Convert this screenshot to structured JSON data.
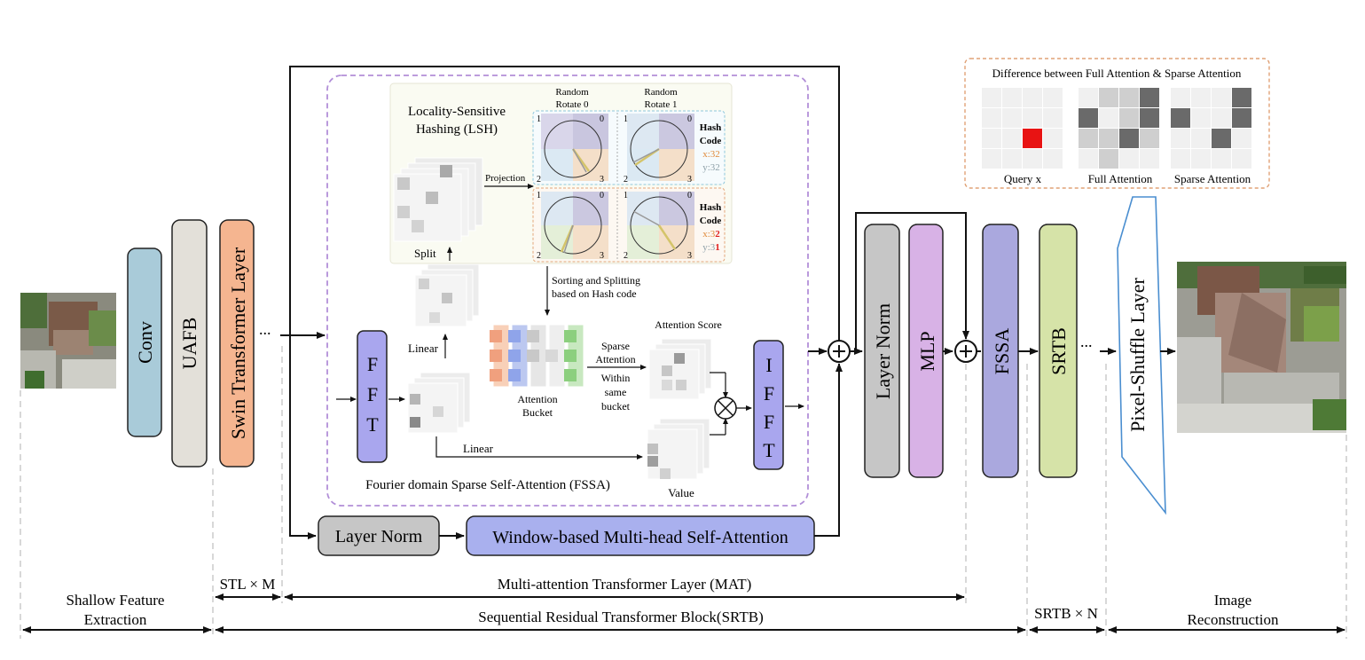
{
  "blocks": {
    "conv": "Conv",
    "uafb": "UAFB",
    "stl": "Swin Transformer Layer",
    "fft": [
      "F",
      "F",
      "T"
    ],
    "ifft": [
      "I",
      "F",
      "F",
      "T"
    ],
    "layer_norm_bottom": "Layer Norm",
    "wmsa": "Window-based Multi-head Self-Attention",
    "layer_norm": "Layer Norm",
    "mlp": "MLP",
    "fssa": "FSSA",
    "srtb": "SRTB",
    "pixel_shuffle": "Pixel-Shuffle Layer"
  },
  "fssa_detail": {
    "lsh_title_line1": "Locality-Sensitive",
    "lsh_title_line2": "Hashing (LSH)",
    "random_rotate0_line1": "Random",
    "random_rotate0_line2": "Rotate 0",
    "random_rotate1_line1": "Random",
    "random_rotate1_line2": "Rotate 1",
    "projection": "Projection",
    "split": "Split",
    "hash_code_line1": "Hash",
    "hash_code_line2": "Code",
    "hash_top_x": "x:32",
    "hash_top_y": "y:32",
    "hash_bot_x_a": "x:3",
    "hash_bot_x_b": "2",
    "hash_bot_y_a": "y:3",
    "hash_bot_y_b": "1",
    "quadrants": [
      "0",
      "1",
      "2",
      "3"
    ],
    "sorting_line1": "Sorting and Splitting",
    "sorting_line2": "based on Hash code",
    "linear_up": "Linear",
    "linear_bottom": "Linear",
    "attention_bucket_line1": "Attention",
    "attention_bucket_line2": "Bucket",
    "sparse_line1": "Sparse",
    "sparse_line2": "Attention",
    "sparse_line3": "Within",
    "sparse_line4": "same",
    "sparse_line5": "bucket",
    "attention_score": "Attention Score",
    "value": "Value",
    "caption": "Fourier domain Sparse Self-Attention (FSSA)"
  },
  "inset": {
    "title": "Difference between Full Attention & Sparse Attention",
    "query": "Query x",
    "full": "Full Attention",
    "sparse": "Sparse Attention"
  },
  "ellipsis": "...",
  "bottom": {
    "shallow_line1": "Shallow Feature",
    "shallow_line2": "Extraction",
    "stl_m": "STL × M",
    "mat": "Multi-attention Transformer Layer (MAT)",
    "srtb_long": "Sequential Residual Transformer Block(SRTB)",
    "srtb_n": "SRTB × N",
    "recon_line1": "Image",
    "recon_line2": "Reconstruction"
  },
  "colors": {
    "conv": "#a9cbd9",
    "uafb": "#e3e0d9",
    "stl": "#f5b590",
    "fft": "#a9a6ee",
    "wmsa": "#a9b0ee",
    "layer_norm": "#c6c6c6",
    "mlp": "#d8b2e6",
    "fssa": "#aaa8de",
    "srtb": "#d6e3a8",
    "dashed_purple": "#b28fd8",
    "dashed_orange": "#e0a277",
    "sparse_red": "#e81313"
  }
}
